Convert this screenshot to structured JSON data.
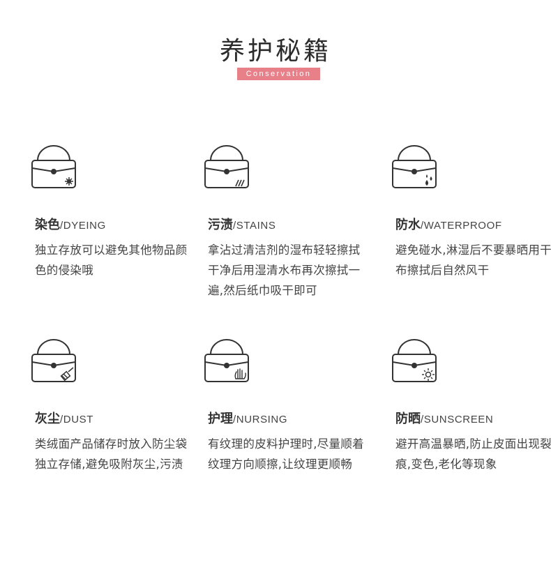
{
  "header": {
    "title": "养护秘籍",
    "subtitle": "Conservation",
    "accent_color": "#e8808a"
  },
  "items": [
    {
      "icon": "bag-stain-icon",
      "title_cn": "染色",
      "title_en": "/DYEING",
      "desc": "独立存放可以避免其他物品颜色的侵染哦"
    },
    {
      "icon": "bag-wipe-icon",
      "title_cn": "污渍",
      "title_en": "/STAINS",
      "desc": "拿沾过清洁剂的湿布轻轻擦拭干净后用湿清水布再次擦拭一遍,然后纸巾吸干即可"
    },
    {
      "icon": "bag-water-icon",
      "title_cn": "防水",
      "title_en": "/WATERPROOF",
      "desc": "避免碰水,淋湿后不要暴晒用干布擦拭后自然风干"
    },
    {
      "icon": "bag-brush-icon",
      "title_cn": "灰尘",
      "title_en": "/DUST",
      "desc": "类绒面产品储存时放入防尘袋独立存储,避免吸附灰尘,污渍"
    },
    {
      "icon": "bag-hand-icon",
      "title_cn": "护理",
      "title_en": "/NURSING",
      "desc": "有纹理的皮料护理时,尽量顺着纹理方向顺擦,让纹理更顺畅"
    },
    {
      "icon": "bag-sun-icon",
      "title_cn": "防晒",
      "title_en": "/SUNSCREEN",
      "desc": "避开高温暴晒,防止皮面出现裂痕,变色,老化等现象"
    }
  ]
}
